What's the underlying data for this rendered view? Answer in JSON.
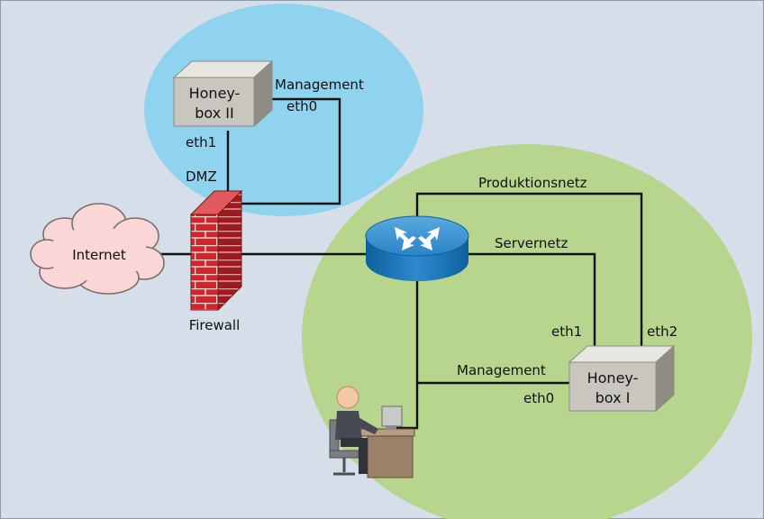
{
  "colors": {
    "background": "#d6deea",
    "dmz_zone": "#8fd3ef",
    "internal_zone": "#b7d58c",
    "router": "#1d78bd",
    "firewall": "#d0262b",
    "box_front": "#c9c6c0"
  },
  "nodes": {
    "honeybox2": {
      "line1": "Honey-",
      "line2": "box II",
      "icon": "server-box-icon"
    },
    "honeybox1": {
      "line1": "Honey-",
      "line2": "box I",
      "icon": "server-box-icon"
    },
    "internet": {
      "label": "Internet",
      "icon": "cloud-icon"
    },
    "firewall": {
      "label": "Firewall",
      "icon": "brick-wall-icon"
    },
    "router": {
      "icon": "router-icon"
    },
    "workstation": {
      "icon": "admin-workstation-icon"
    }
  },
  "links": {
    "hb2_management": "Management",
    "hb2_eth0": "eth0",
    "hb2_eth1": "eth1",
    "hb2_dmz": "DMZ",
    "produktionsnetz": "Produktionsnetz",
    "servernetz": "Servernetz",
    "hb1_eth1": "eth1",
    "hb1_eth2": "eth2",
    "hb1_management": "Management",
    "hb1_eth0": "eth0"
  }
}
